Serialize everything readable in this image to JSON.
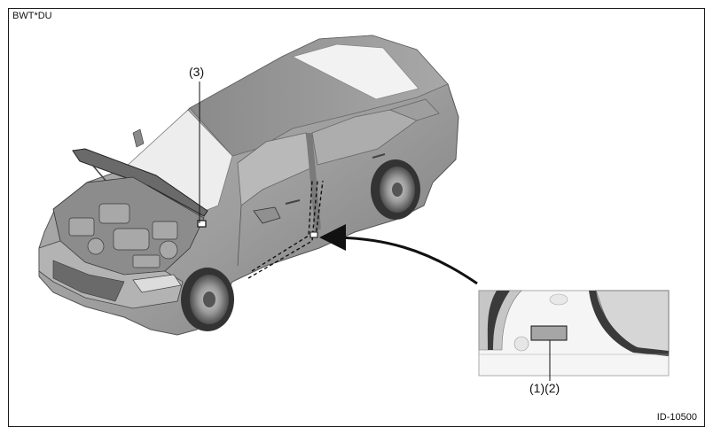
{
  "figure": {
    "top_left_code": "BWT*DU",
    "bottom_right_id": "ID-10500",
    "callouts": {
      "engine_bay_label": "(3)",
      "door_pillar_label": "(1)(2)"
    },
    "colors": {
      "body_dark": "#6e6e6e",
      "body_mid": "#9b9b9b",
      "body_light": "#c9c9c9",
      "glass": "#b8b8b8",
      "highlight_plate": "#a6a6a6",
      "line": "#111111"
    }
  }
}
